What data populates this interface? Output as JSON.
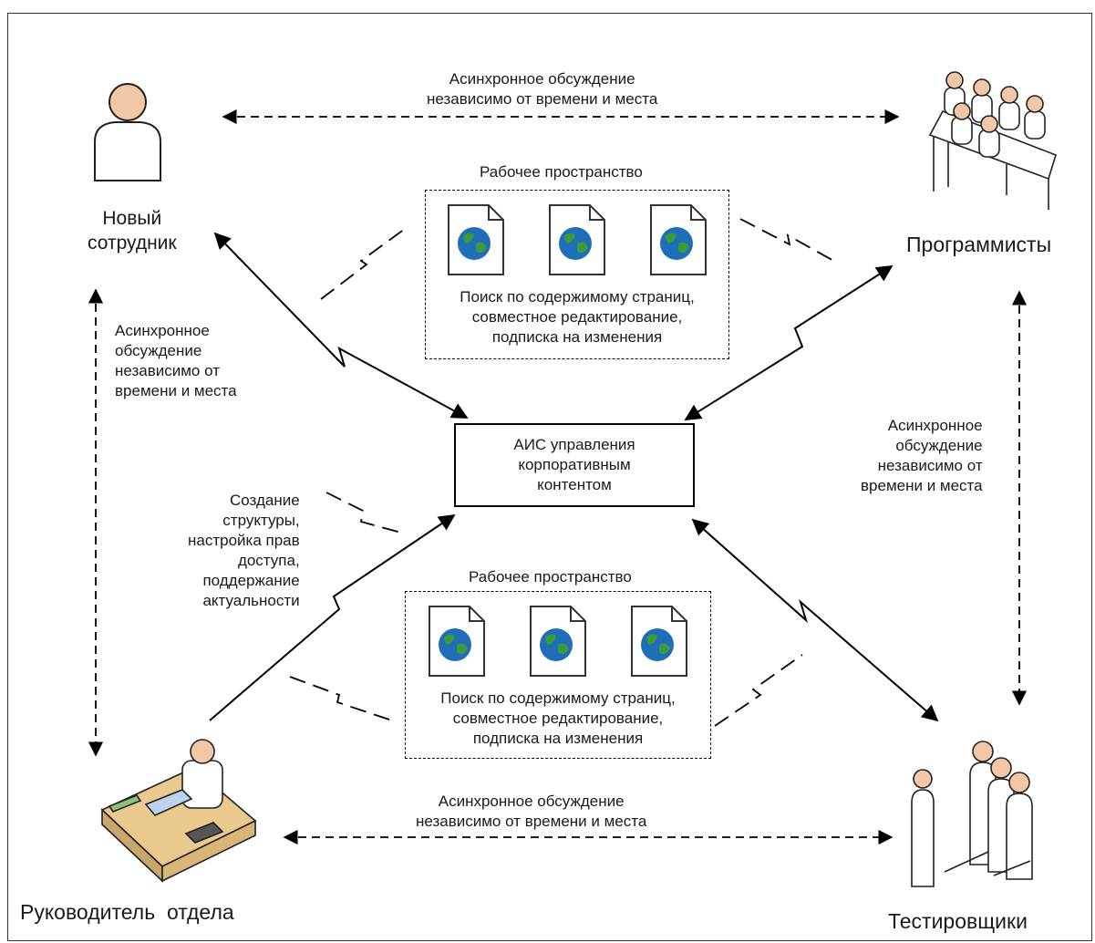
{
  "actors": {
    "new_employee": "Новый\nсотрудник",
    "programmers": "Программисты",
    "head": "Руководитель  отдела",
    "testers": "Тестировщики"
  },
  "center": {
    "label": "АИС управления\nкорпоративным\nконтентом"
  },
  "async_discussion_two_line": "Асинхронное обсуждение\nнезависимо от времени и места",
  "async_discussion_four_line": "Асинхронное\nобсуждение\nнезависимо от\nвремени и места",
  "workspace": {
    "title": "Рабочее пространство",
    "description": "Поиск по содержимому страниц,\nсовместное редактирование,\nподписка на изменения",
    "doc_icon": "web-page-globe-icon"
  },
  "admin_tasks": "Создание\nструктуры,\nнастройка прав\nдоступа,\nподдержание\nактуальности",
  "colors": {
    "line": "#000000",
    "globe_ocean": "#1e6fb8",
    "globe_land": "#3c9a3c",
    "figure_skin": "#f2c7a5"
  }
}
